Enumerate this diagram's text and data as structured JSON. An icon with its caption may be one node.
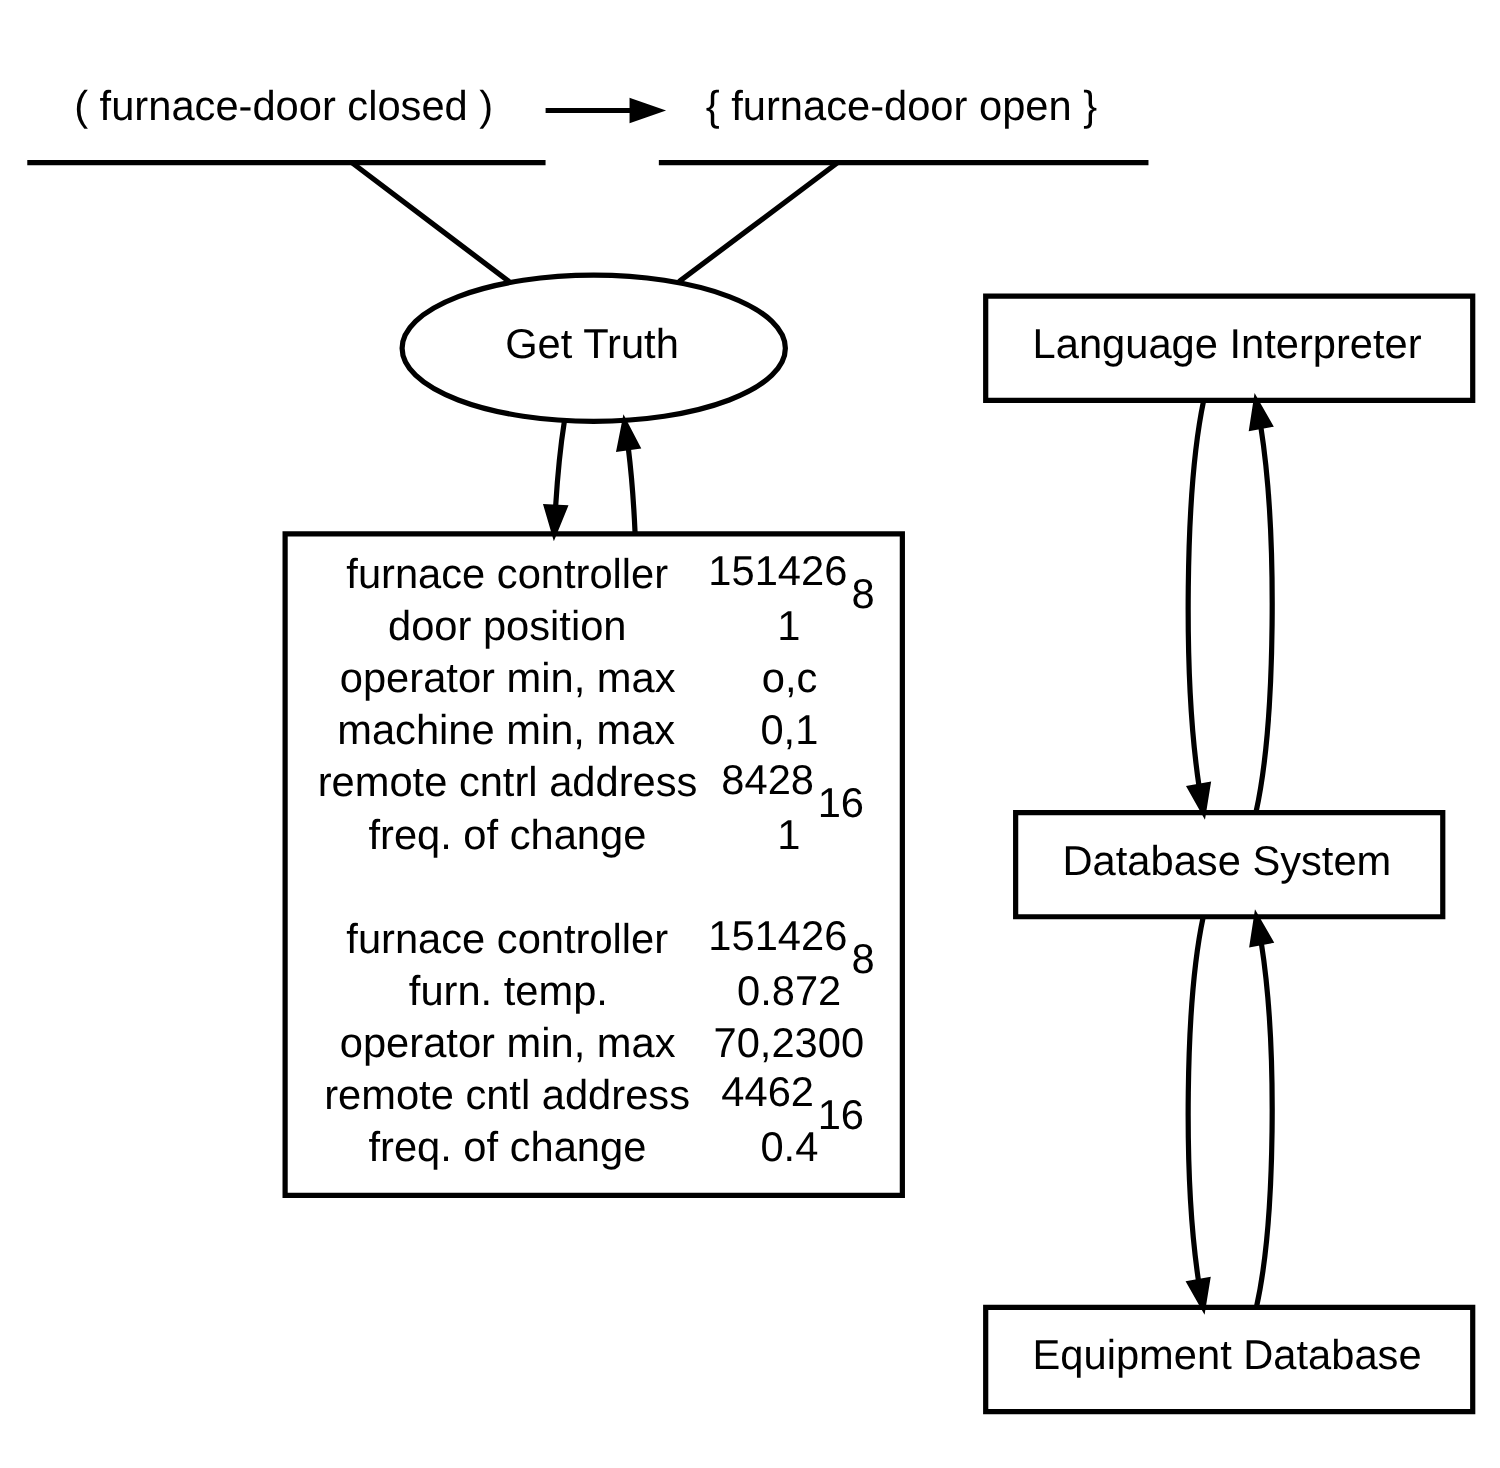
{
  "diagram": {
    "nodes": [
      {
        "text": [
          "( furnace-door closed )"
        ]
      },
      {
        "text": [
          "{ furnace-door open }"
        ]
      },
      {
        "text": [
          "Language Interpreter"
        ]
      },
      {
        "text": [
          "Get Truth"
        ]
      },
      {
        "text": [
          "Database System"
        ]
      },
      {
        "text": [
          "Equipment Database"
        ]
      },
      {
        "text": [
          "furnace controller",
          "151426$_{8}$",
          "door position",
          "1",
          "operator min, max",
          "o,c",
          "machine min, max",
          "0,1",
          "remote cntrl address",
          "8428$_{16}$",
          "freq. of change",
          "1",
          "furnace controller",
          "151426$_{8}$",
          "furn. temp.",
          "0.872",
          "operator min, max",
          "70,2300",
          "remote cntl address",
          "4462$_{16}$",
          "freq. of change",
          "0.4"
        ]
      }
    ],
    "edges": [
      {
        "from": 0,
        "to": 1,
        "arrow": "to"
      },
      {
        "from": 0,
        "to": 3,
        "arrow": "none"
      },
      {
        "from": 1,
        "to": 3,
        "arrow": "none"
      },
      {
        "from": 2,
        "to": 4,
        "arrow": "to"
      },
      {
        "from": 4,
        "to": 2,
        "arrow": "to"
      },
      {
        "from": 4,
        "to": 5,
        "arrow": "to"
      },
      {
        "from": 5,
        "to": 4,
        "arrow": "to"
      },
      {
        "from": 3,
        "to": 6,
        "arrow": "to"
      },
      {
        "from": 6,
        "to": 3,
        "arrow": "to"
      }
    ]
  }
}
